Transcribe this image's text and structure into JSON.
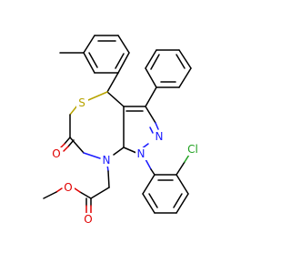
{
  "molecule": {
    "atoms": {
      "sulfur": {
        "label": "S",
        "color": "#b8a400"
      },
      "carbonyl_oxygen": {
        "label": "O",
        "color": "#e00000"
      },
      "ring_nitrogen_amide": {
        "label": "N",
        "color": "#1a1aff"
      },
      "pyrazole_n1": {
        "label": "N",
        "color": "#1a1aff"
      },
      "pyrazole_n2": {
        "label": "N",
        "color": "#1a1aff"
      },
      "chlorine": {
        "label": "Cl",
        "color": "#1fa01f"
      },
      "ester_carbonyl_oxygen": {
        "label": "O",
        "color": "#e00000"
      },
      "ester_ether_oxygen": {
        "label": "O",
        "color": "#e00000"
      }
    }
  }
}
